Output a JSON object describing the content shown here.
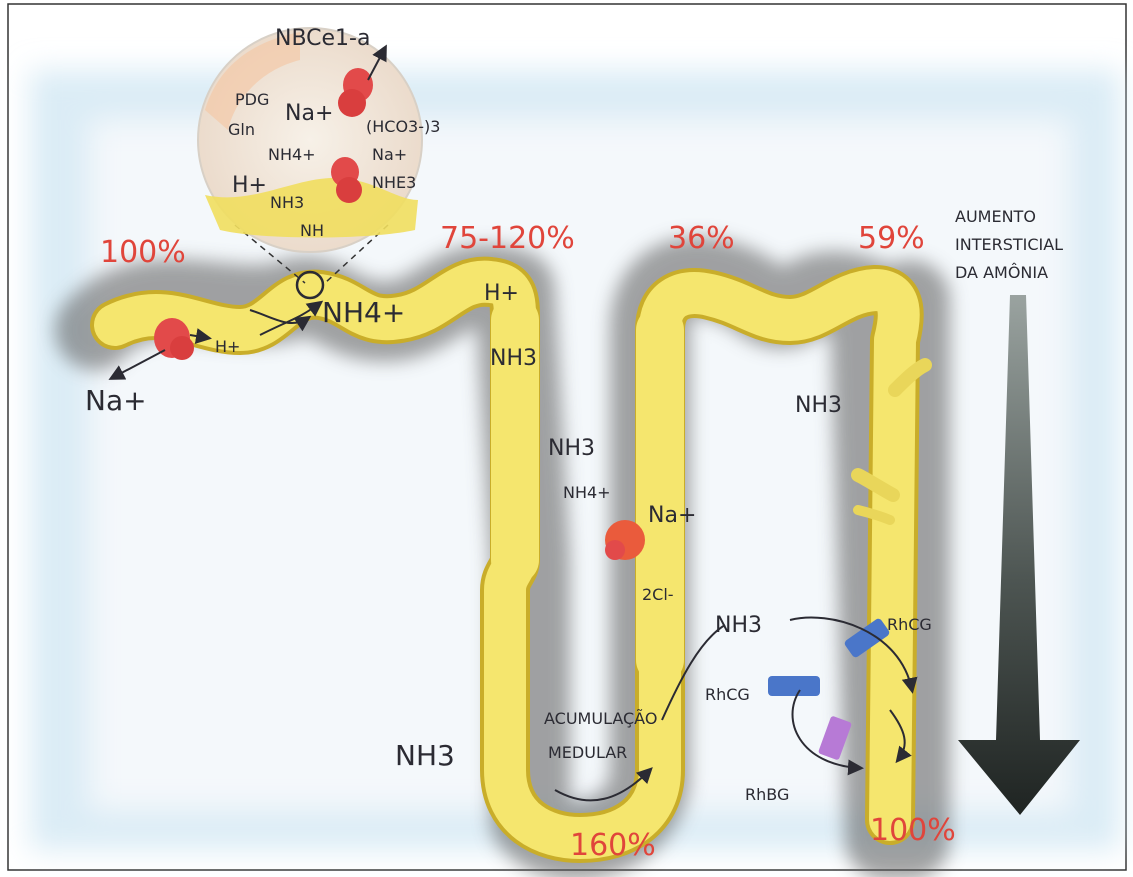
{
  "percentages": {
    "proximal_start": "100%",
    "thick_ascending": "75-120%",
    "distal": "36%",
    "collecting": "59%",
    "loop_bottom": "160%",
    "collecting_bottom": "100%"
  },
  "gradient_label": [
    "AUMENTO",
    "INTERSTICIAL",
    "DA AMÔNIA"
  ],
  "inset_labels": {
    "nbce1": "NBCe1-a",
    "pdg": "PDG",
    "gln": "Gln",
    "na_plus": "Na+",
    "hco3": "(HCO3-)3",
    "nh4": "NH4+",
    "na_plus_2": "Na+",
    "nhe3": "NHE3",
    "h_plus": "H+",
    "nh3": "NH3",
    "nh": "NH"
  },
  "tubule_labels": {
    "na_plus": "Na+",
    "h_plus": "H+",
    "nh4": "NH4+",
    "h_plus_tal": "H+",
    "nh3_tal": "NH3",
    "nh3_mid": "NH3",
    "nh4_mid": "NH4+",
    "na_plus_mid": "Na+",
    "two_cl": "2Cl-",
    "nh3_collecting": "NH3",
    "nh3_right": "NH3",
    "rhcg_right": "RhCG",
    "rhcg_left": "RhCG",
    "rhbg": "RhBG",
    "acumulacao": "ACUMULAÇÃO",
    "medular": "MEDULAR",
    "nh3_bottom": "NH3"
  },
  "colors": {
    "tubule": "#f5e66e",
    "tubule_edge": "#c9ad2a",
    "shadow": "#6b6b6b",
    "transporter_red": "#e24a4a",
    "rhcg_blue": "#4a76c9",
    "rhbg_purple": "#b77ad6",
    "percent_red": "#e0453b",
    "arrow_dark": "#2f3432",
    "paper_blue": "#c9e2f2"
  }
}
